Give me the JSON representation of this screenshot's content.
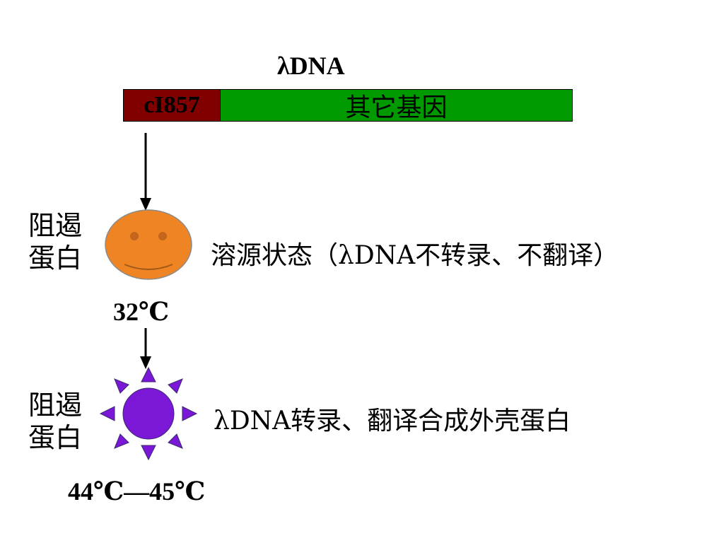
{
  "diagram": {
    "title": "λDNA",
    "gene_bar": {
      "ci_label": "cI857",
      "ci_color": "#800000",
      "other_label": "其它基因",
      "other_color": "#009900"
    },
    "low_temp": {
      "protein_label_line1": "阻遏",
      "protein_label_line2": "蛋白",
      "shape": "smiley-face",
      "shape_color": "#ef8424",
      "temperature": "32℃",
      "state_text": "溶源状态（λDNA不转录、不翻译）"
    },
    "high_temp": {
      "protein_label_line1": "阻遏",
      "protein_label_line2": "蛋白",
      "shape": "sun",
      "shape_color": "#7b17d6",
      "temperature": "44℃—45℃",
      "state_text": "λDNA转录、翻译合成外壳蛋白"
    },
    "arrow_color": "#000000"
  }
}
